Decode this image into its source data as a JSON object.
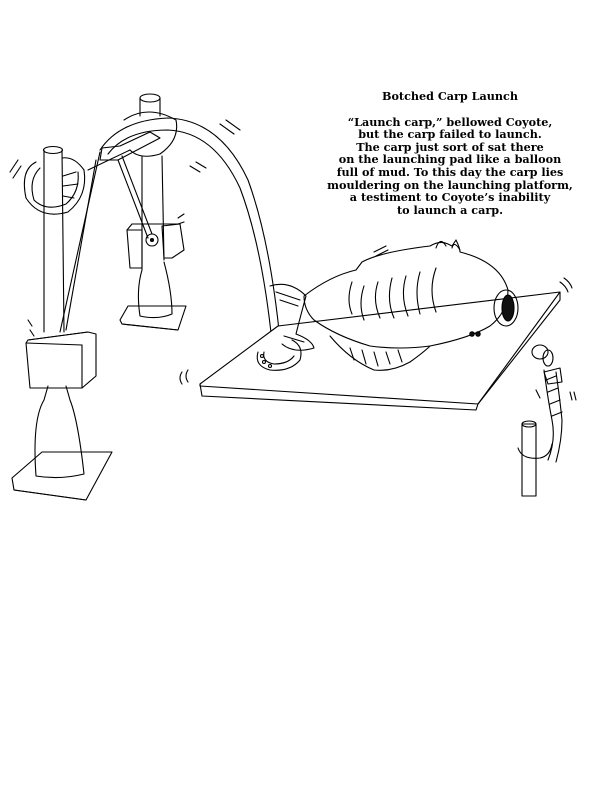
{
  "caption": {
    "title": "Botched Carp Launch",
    "lines": [
      "“Launch carp,” bellowed Coyote,",
      "but the carp failed to launch.",
      "The carp just sort of sat there",
      "on the launching pad like a balloon",
      "full of mud.  To this day the carp lies",
      "mouldering on the launching platform,",
      "a testiment to Coyote’s inability",
      "to launch a carp."
    ]
  },
  "illustration": {
    "subject": "line drawing of a carp sitting on a launch platform connected by a bent tube to two pulley towers",
    "elements": [
      "left-tower",
      "middle-tower",
      "arched-tube",
      "launch-platform",
      "carp",
      "tether-post"
    ],
    "stroke_color": "#000000",
    "background_color": "#ffffff"
  }
}
